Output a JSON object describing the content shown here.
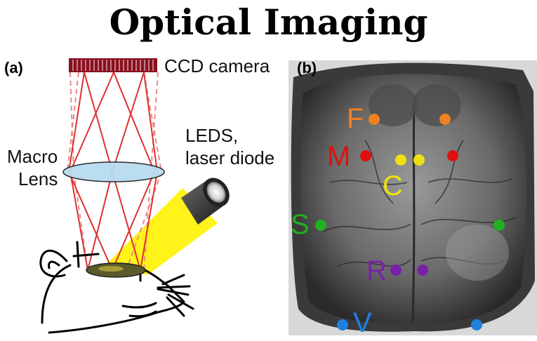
{
  "title": "Optical Imaging",
  "panel_a": {
    "label": "(a)",
    "camera_label": "CCD camera",
    "lens_label_line1": "Macro",
    "lens_label_line2": "Lens",
    "light_label_line1": "LEDS,",
    "light_label_line2": "laser diode"
  },
  "panel_b": {
    "label": "(b)",
    "regions": [
      {
        "letter": "F",
        "color": "#f08020"
      },
      {
        "letter": "M",
        "color": "#e01010"
      },
      {
        "letter": "C",
        "color": "#f0e010"
      },
      {
        "letter": "S",
        "color": "#20b020"
      },
      {
        "letter": "R",
        "color": "#7a20a8"
      },
      {
        "letter": "V",
        "color": "#2080e0"
      }
    ]
  },
  "colors": {
    "ray": "#e03030",
    "lens": "#b8dcf0",
    "light_beam": "#fff200"
  }
}
